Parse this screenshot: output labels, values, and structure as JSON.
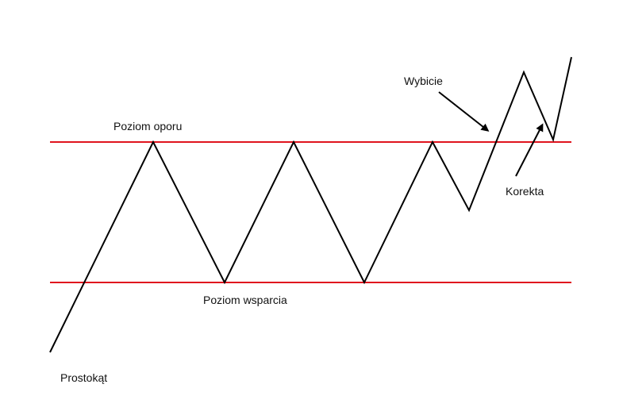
{
  "labels": {
    "resistance": "Poziom oporu",
    "support": "Poziom wsparcia",
    "breakout": "Wybicie",
    "correction": "Korekta",
    "pattern": "Prostokąt"
  },
  "colors": {
    "levels": "#e0141e",
    "price": "#000000",
    "text": "#111111"
  }
}
